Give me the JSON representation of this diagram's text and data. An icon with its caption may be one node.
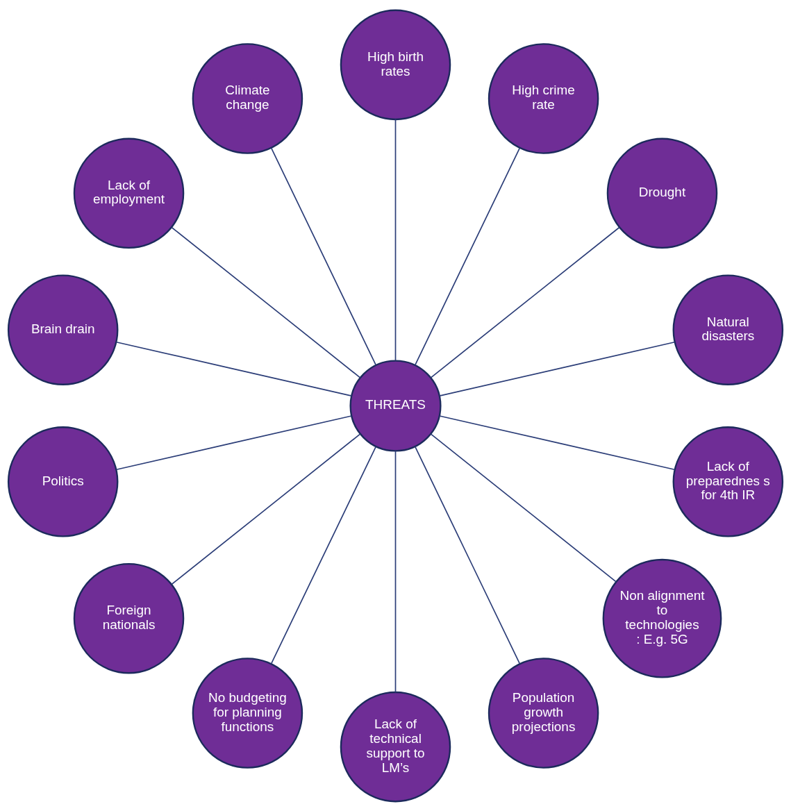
{
  "diagram": {
    "nodes": [
      {
        "text": [
          "THREATS"
        ]
      },
      {
        "text": [
          "Natural disasters"
        ]
      },
      {
        "text": [
          "Drought"
        ]
      },
      {
        "text": [
          "High crime rate"
        ]
      },
      {
        "text": [
          "High birth rates"
        ]
      },
      {
        "text": [
          "Climate change"
        ]
      },
      {
        "text": [
          "Lack of employment"
        ]
      },
      {
        "text": [
          "Brain drain"
        ]
      },
      {
        "text": [
          "Politics"
        ]
      },
      {
        "text": [
          "Foreign nationals"
        ]
      },
      {
        "text": [
          "No budgeting for planning functions"
        ]
      },
      {
        "text": [
          "Lack of technical support to LM’s"
        ]
      },
      {
        "text": [
          "Population growth projections"
        ]
      },
      {
        "text": [
          "Non alignment to technologies : E.g. 5G"
        ]
      },
      {
        "text": [
          "Lack of preparednes s for 4th IR"
        ]
      }
    ],
    "edges": [
      {
        "from": 0,
        "to": 1,
        "arrow": "none"
      },
      {
        "from": 0,
        "to": 2,
        "arrow": "none"
      },
      {
        "from": 0,
        "to": 3,
        "arrow": "none"
      },
      {
        "from": 0,
        "to": 4,
        "arrow": "none"
      },
      {
        "from": 0,
        "to": 5,
        "arrow": "none"
      },
      {
        "from": 0,
        "to": 6,
        "arrow": "none"
      },
      {
        "from": 0,
        "to": 7,
        "arrow": "none"
      },
      {
        "from": 0,
        "to": 8,
        "arrow": "none"
      },
      {
        "from": 0,
        "to": 9,
        "arrow": "none"
      },
      {
        "from": 0,
        "to": 10,
        "arrow": "none"
      },
      {
        "from": 0,
        "to": 11,
        "arrow": "none"
      },
      {
        "from": 0,
        "to": 12,
        "arrow": "none"
      },
      {
        "from": 0,
        "to": 13,
        "arrow": "none"
      },
      {
        "from": 0,
        "to": 14,
        "arrow": "none"
      }
    ]
  }
}
